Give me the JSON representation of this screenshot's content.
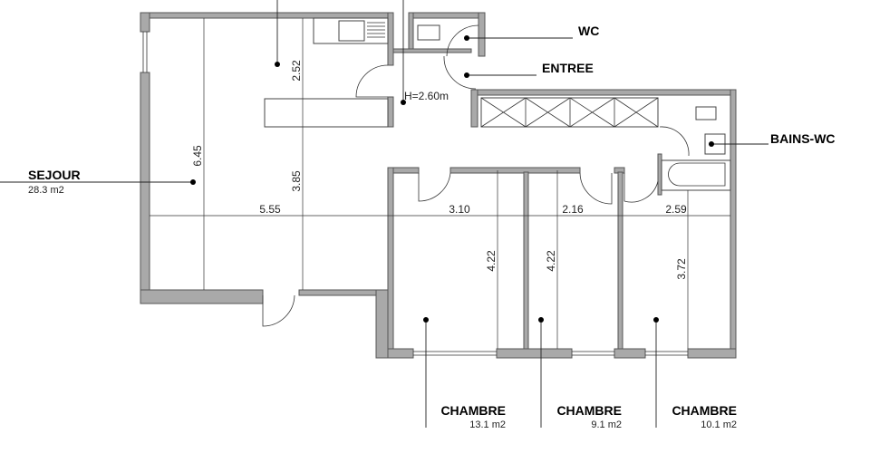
{
  "rooms": {
    "wc": {
      "name": "WC"
    },
    "entree": {
      "name": "ENTREE"
    },
    "bains": {
      "name": "BAINS-WC"
    },
    "sejour": {
      "name": "SEJOUR",
      "area": "28.3 m2"
    },
    "chambre1": {
      "name": "CHAMBRE",
      "area": "13.1 m2"
    },
    "chambre2": {
      "name": "CHAMBRE",
      "area": "9.1 m2"
    },
    "chambre3": {
      "name": "CHAMBRE",
      "area": "10.1 m2"
    }
  },
  "ceiling_height": "H=2.60m",
  "dimensions": {
    "sejour_height": "6.45",
    "kitchen_depth": "2.52",
    "sejour_depth": "3.85",
    "sejour_width": "5.55",
    "chambre1_width": "3.10",
    "chambre2_width": "2.16",
    "chambre3_width": "2.59",
    "chambre1_depth": "4.22",
    "chambre2_depth": "4.22",
    "chambre3_depth": "3.72"
  }
}
